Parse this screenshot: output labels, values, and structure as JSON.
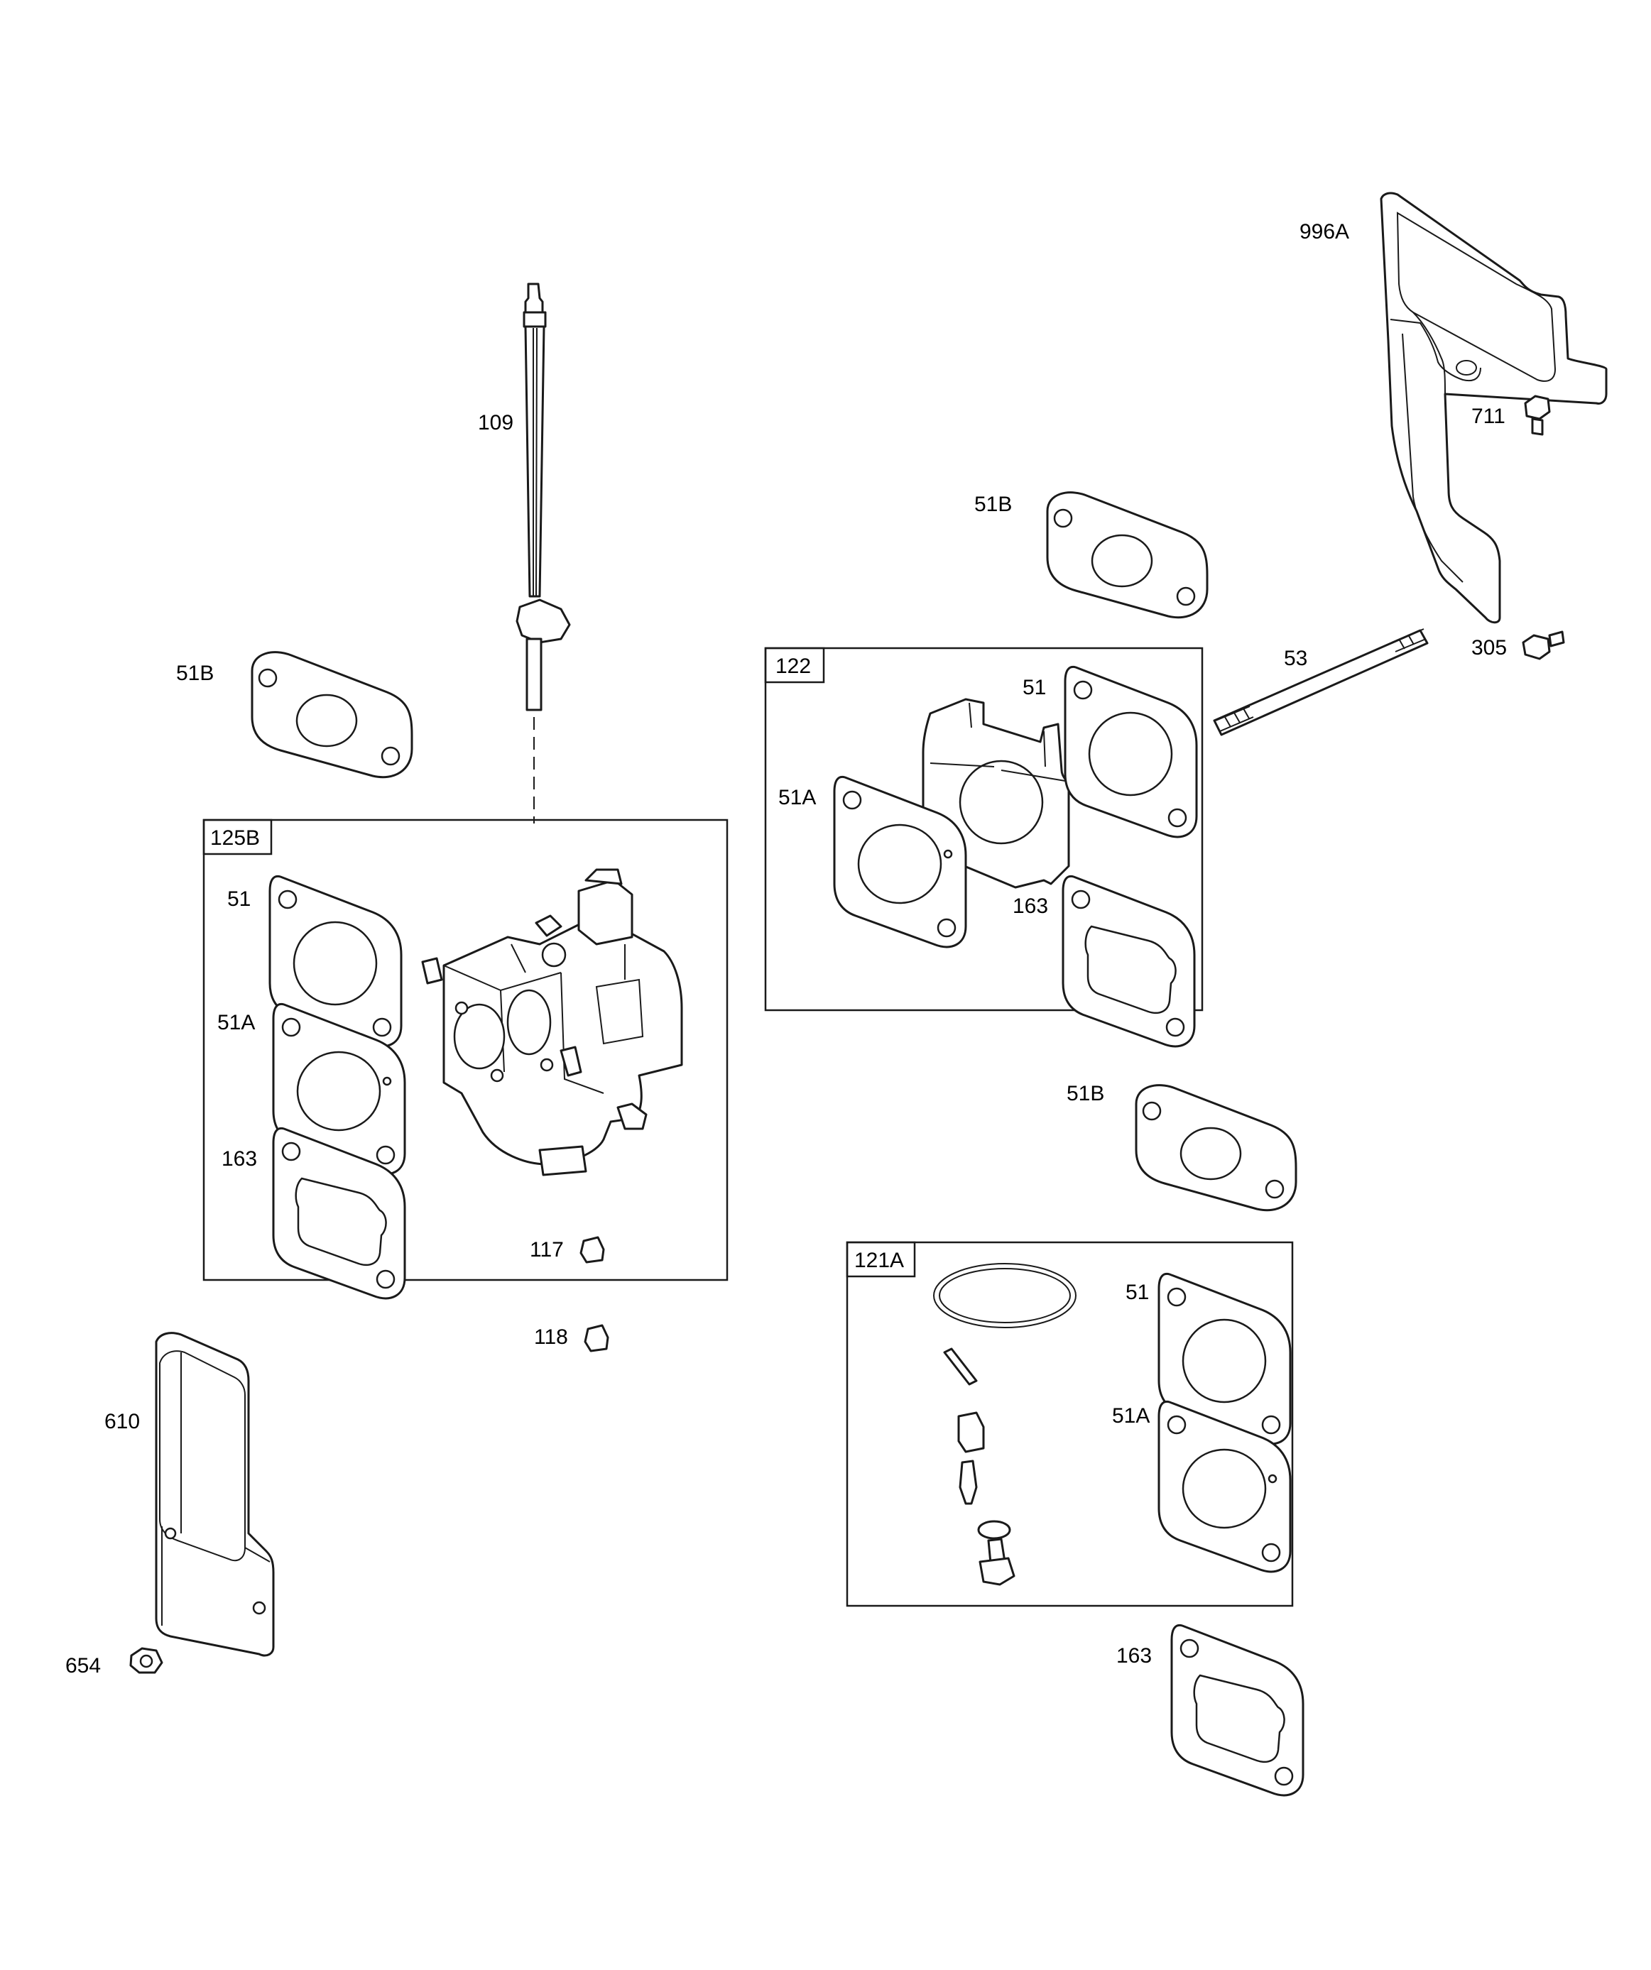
{
  "diagram": {
    "callouts": {
      "c996A": "996A",
      "c711": "711",
      "c109": "109",
      "c51B_a": "51B",
      "c51B_b": "51B",
      "c51B_c": "51B",
      "c53": "53",
      "c305": "305",
      "c122": "122",
      "c51_122": "51",
      "c51A_122": "51A",
      "c163_122": "163",
      "c125B": "125B",
      "c51_125B": "51",
      "c51A_125B": "51A",
      "c163_125B": "163",
      "c117": "117",
      "c118": "118",
      "c121A": "121A",
      "c51_121A": "51",
      "c51A_121A": "51A",
      "c163_loose": "163",
      "c610": "610",
      "c654": "654"
    }
  }
}
